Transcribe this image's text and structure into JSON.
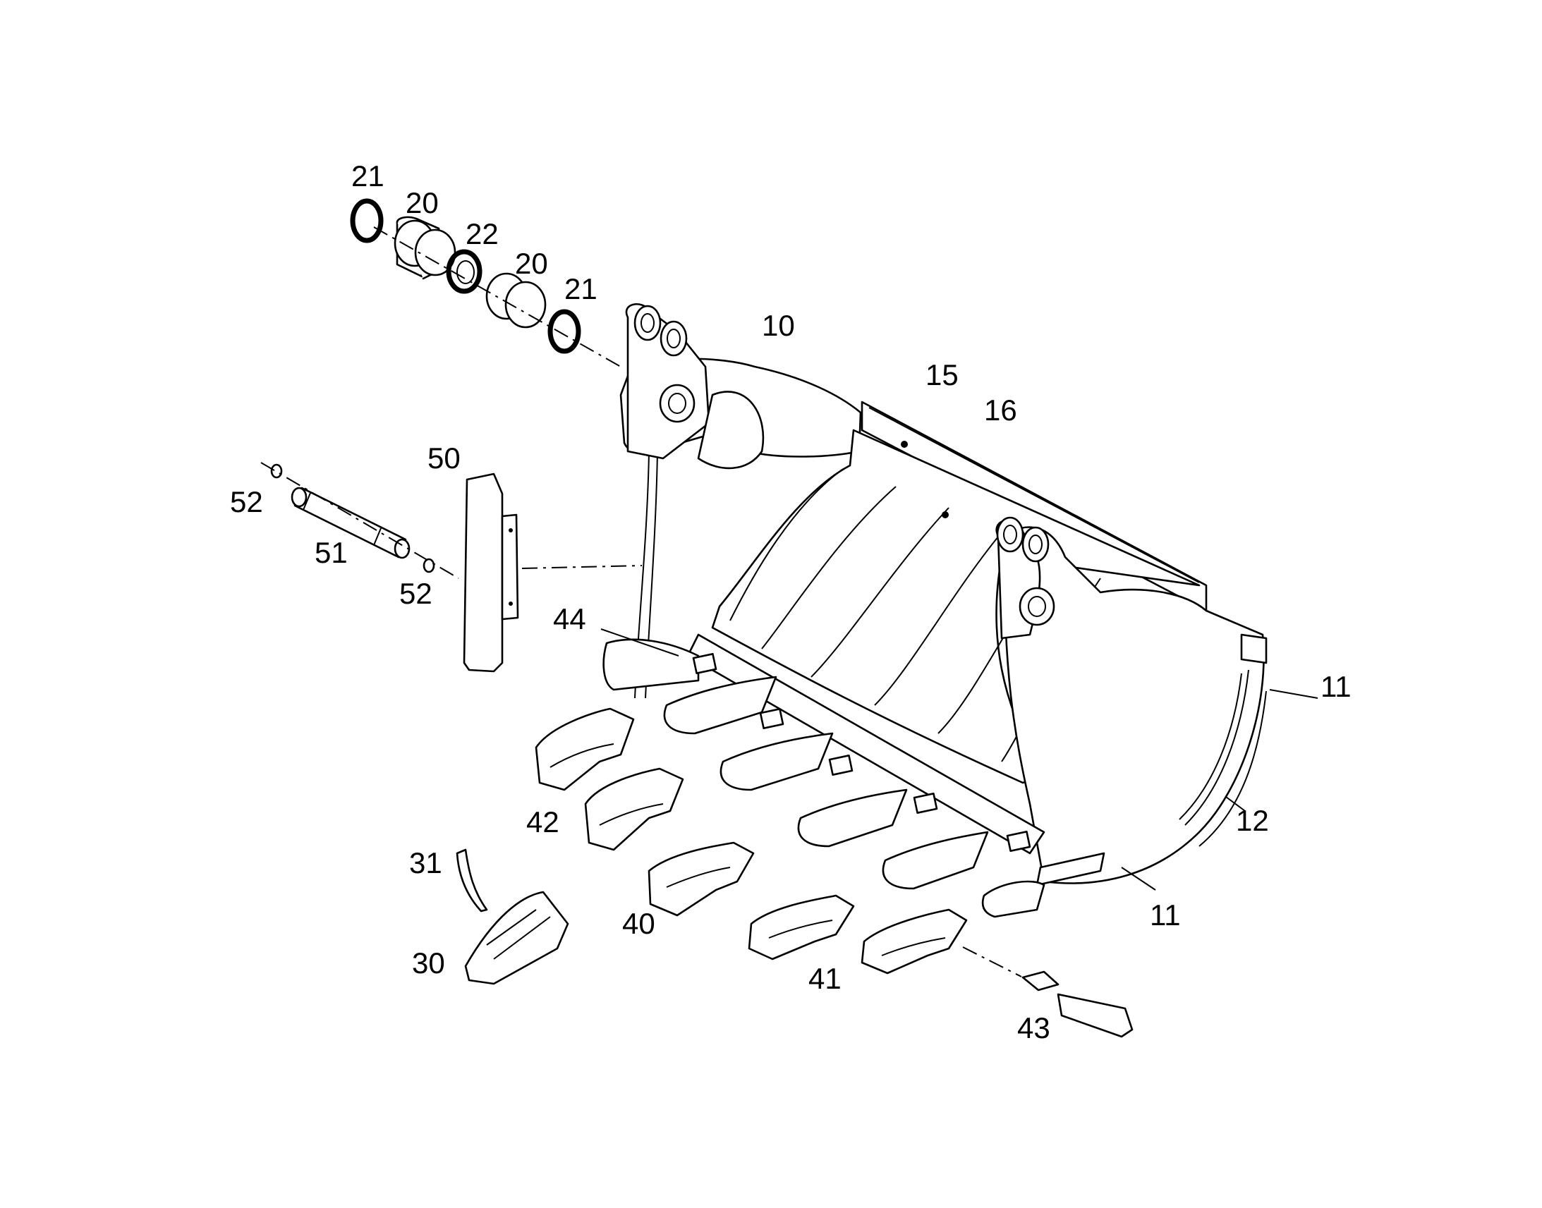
{
  "labels": {
    "l21a": "21",
    "l20a": "20",
    "l22": "22",
    "l20b": "20",
    "l21b": "21",
    "l10": "10",
    "l15": "15",
    "l16": "16",
    "l50": "50",
    "l52a": "52",
    "l51": "51",
    "l52b": "52",
    "l44": "44",
    "l11a": "11",
    "l12": "12",
    "l11b": "11",
    "l42": "42",
    "l31": "31",
    "l30": "30",
    "l40": "40",
    "l41": "41",
    "l43": "43"
  },
  "colors": {
    "line": "#000000",
    "background": "#ffffff"
  }
}
